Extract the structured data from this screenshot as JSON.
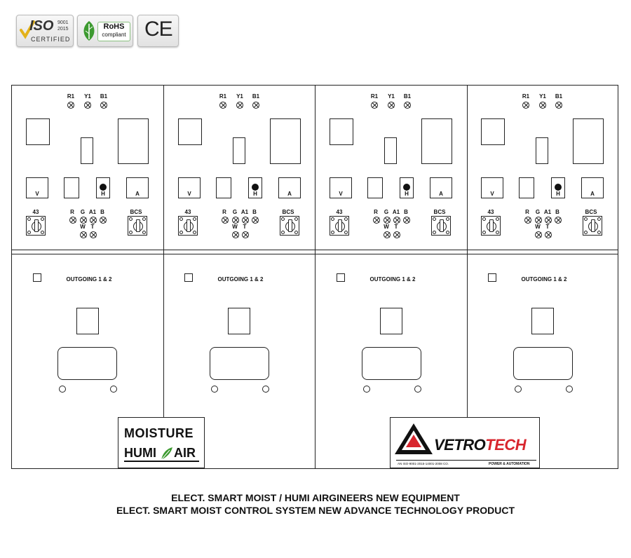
{
  "badges": {
    "iso_main": "ISO",
    "iso_years_1": "9001",
    "iso_years_2": "2015",
    "iso_sub": "CERTIFIED",
    "rohs_main": "RoHS",
    "rohs_sub": "compliant",
    "ce": "CE"
  },
  "panels": [
    {
      "phase_labels": [
        "R1",
        "Y1",
        "B1"
      ],
      "meter_v": "V",
      "meter_h": "H",
      "meter_a": "A",
      "switch_left": "43",
      "switch_right": "BCS",
      "lamp_row1": [
        "R",
        "G",
        "A1",
        "B"
      ],
      "lamp_row2": [
        "W",
        "T"
      ],
      "outgoing": "OUTGOING 1 & 2"
    },
    {
      "phase_labels": [
        "R1",
        "Y1",
        "B1"
      ],
      "meter_v": "V",
      "meter_h": "H",
      "meter_a": "A",
      "switch_left": "43",
      "switch_right": "BCS",
      "lamp_row1": [
        "R",
        "G",
        "A1",
        "B"
      ],
      "lamp_row2": [
        "W",
        "T"
      ],
      "outgoing": "OUTGOING 1 & 2"
    },
    {
      "phase_labels": [
        "R1",
        "Y1",
        "B1"
      ],
      "meter_v": "V",
      "meter_h": "H",
      "meter_a": "A",
      "switch_left": "43",
      "switch_right": "BCS",
      "lamp_row1": [
        "R",
        "G",
        "A1",
        "B"
      ],
      "lamp_row2": [
        "W",
        "T"
      ],
      "outgoing": "OUTGOING 1 & 2"
    },
    {
      "phase_labels": [
        "R1",
        "Y1",
        "B1"
      ],
      "meter_v": "V",
      "meter_h": "H",
      "meter_a": "A",
      "switch_left": "43",
      "switch_right": "BCS",
      "lamp_row1": [
        "R",
        "G",
        "A1",
        "B"
      ],
      "lamp_row2": [
        "W",
        "T"
      ],
      "outgoing": "OUTGOING 1 & 2"
    }
  ],
  "logos": {
    "moisture_line1": "MOISTURE",
    "moisture_line2a": "HUMI",
    "moisture_line2b": "AIR",
    "vetro_a": "VETRO",
    "vetro_b": "TECH",
    "vetro_cert": "AN ISO-9001-2015-14001-2008 CO.",
    "vetro_tagline": "POWER & AUTOMATION"
  },
  "captions": {
    "line1": "ELECT. SMART MOIST / HUMI AIRGINEERS NEW EQUIPMENT",
    "line2": "ELECT. SMART MOIST CONTROL SYSTEM NEW ADVANCE TECHNOLOGY PRODUCT"
  },
  "colors": {
    "rohs_green": "#3c9a2f",
    "iso_check": "#e3b21a",
    "logo_red": "#d8262e",
    "line": "#222222"
  }
}
